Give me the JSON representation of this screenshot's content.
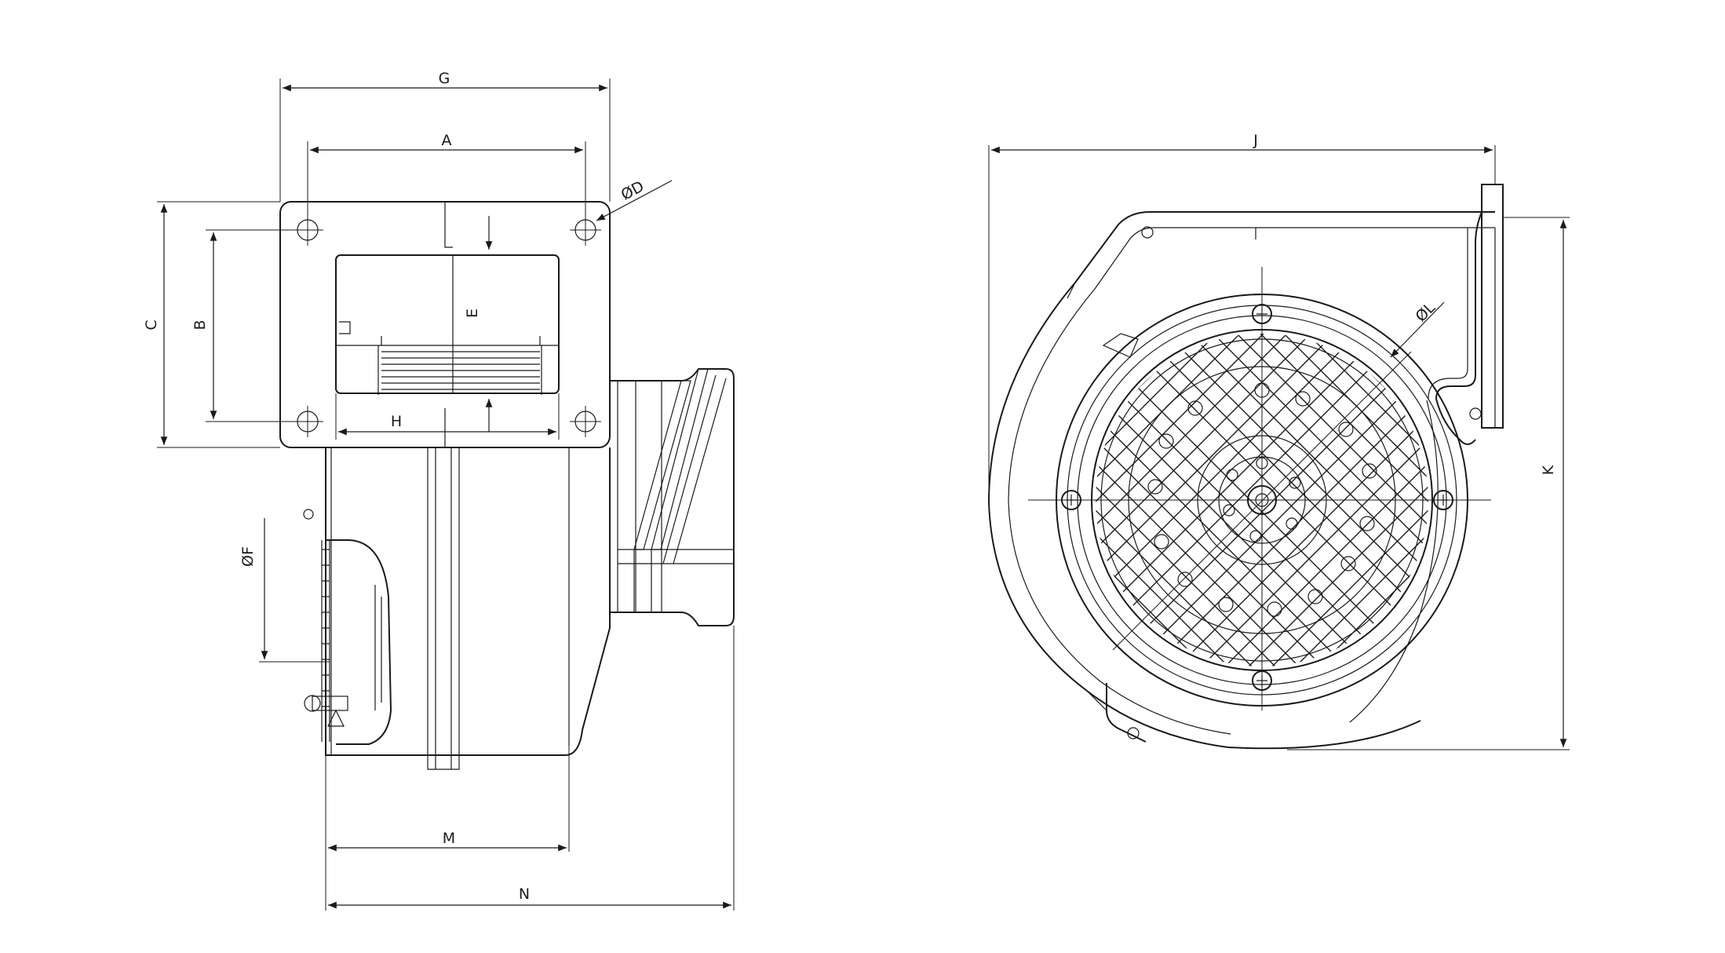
{
  "colors": {
    "line": "#1a1a1a",
    "background": "#ffffff"
  },
  "labels": {
    "G": "G",
    "A": "A",
    "D": "ØD",
    "C": "C",
    "B": "B",
    "E": "E",
    "H": "H",
    "F": "ØF",
    "M": "M",
    "N": "N",
    "J": "J",
    "L": "ØL",
    "K": "K"
  }
}
